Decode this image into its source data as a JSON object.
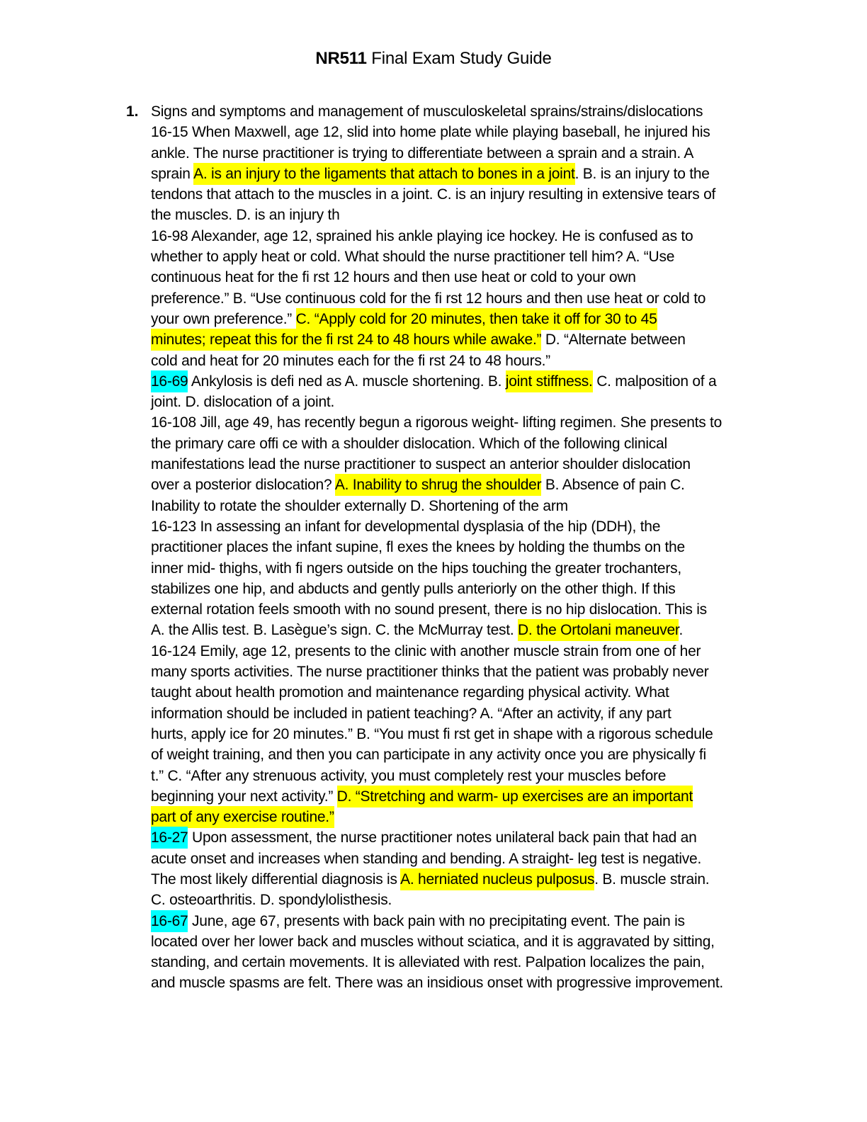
{
  "colors": {
    "page_background": "#ffffff",
    "text": "#000000",
    "highlight_yellow": "#ffff00",
    "highlight_cyan": "#00ffff"
  },
  "document": {
    "title": {
      "bold": "NR511",
      "regular": " Final Exam Study Guide"
    },
    "list_number": "1.",
    "lines": [
      [
        {
          "t": "Signs and symptoms and management of musculoskeletal sprains/strains/dislocations"
        }
      ],
      [
        {
          "t": "16-15 When Maxwell, age 12, slid into home plate while playing baseball, he injured his"
        }
      ],
      [
        {
          "t": "ankle. The nurse practitioner is trying to differentiate between a sprain and a strain. A"
        }
      ],
      [
        {
          "t": "sprain "
        },
        {
          "t": "A. is an injury to the ligaments that attach to bones in a joint",
          "h": "yellow"
        },
        {
          "t": ". B. is an injury to the"
        }
      ],
      [
        {
          "t": "tendons that attach to the muscles in a joint. C. is an injury resulting in extensive tears of"
        }
      ],
      [
        {
          "t": "the muscles. D. is an injury th"
        }
      ],
      [
        {
          "t": "16-98 Alexander, age 12, sprained his ankle playing ice hockey. He is confused as to"
        }
      ],
      [
        {
          "t": "whether to apply heat or cold. What should the nurse practitioner tell him? A. “Use"
        }
      ],
      [
        {
          "t": "continuous heat for the fi rst 12 hours and then use heat or cold to your own"
        }
      ],
      [
        {
          "t": "preference.” B. “Use continuous cold for the fi rst 12 hours and then use heat or cold to"
        }
      ],
      [
        {
          "t": "your own preference.” "
        },
        {
          "t": "C. “Apply cold for 20 minutes, then take it off for 30 to 45",
          "h": "yellow"
        }
      ],
      [
        {
          "t": "minutes; repeat this for the fi rst 24 to 48 hours while awake.”",
          "h": "yellow"
        },
        {
          "t": " D. “Alternate between"
        }
      ],
      [
        {
          "t": "cold and heat for 20 minutes each for the fi rst 24 to 48 hours.”"
        }
      ],
      [
        {
          "t": "16-69",
          "h": "cyan"
        },
        {
          "t": " Ankylosis is defi ned as A. muscle shortening. B. "
        },
        {
          "t": "joint stiffness.",
          "h": "yellow"
        },
        {
          "t": " C. malposition of a"
        }
      ],
      [
        {
          "t": "joint. D. dislocation of a joint."
        }
      ],
      [
        {
          "t": "16-108 Jill, age 49, has recently begun a rigorous weight- lifting regimen. She presents to"
        }
      ],
      [
        {
          "t": "the primary care offi ce with a shoulder dislocation. Which of the following clinical"
        }
      ],
      [
        {
          "t": "manifestations lead the nurse practitioner to suspect an anterior shoulder dislocation"
        }
      ],
      [
        {
          "t": "over a posterior dislocation? "
        },
        {
          "t": "A. Inability to shrug the shoulder",
          "h": "yellow"
        },
        {
          "t": " B. Absence of pain C."
        }
      ],
      [
        {
          "t": "Inability to rotate the shoulder externally D. Shortening of the arm"
        }
      ],
      [
        {
          "t": "16-123 In assessing an infant for developmental dysplasia of the hip (DDH), the"
        }
      ],
      [
        {
          "t": "practitioner places the infant supine, fl exes the knees by holding the thumbs on the"
        }
      ],
      [
        {
          "t": "inner mid- thighs, with fi ngers outside on the hips touching the greater trochanters,"
        }
      ],
      [
        {
          "t": "stabilizes one hip, and abducts and gently pulls anteriorly on the other thigh. If this"
        }
      ],
      [
        {
          "t": "external rotation feels smooth with no sound present, there is no hip dislocation. This is"
        }
      ],
      [
        {
          "t": "A. the Allis test. B. Lasègue’s sign. C. the McMurray test. "
        },
        {
          "t": "D. the Ortolani maneuver",
          "h": "yellow"
        },
        {
          "t": "."
        }
      ],
      [
        {
          "t": "16-124 Emily, age 12, presents to the clinic with another muscle strain from one of her"
        }
      ],
      [
        {
          "t": "many sports activities. The nurse practitioner thinks that the patient was probably never"
        }
      ],
      [
        {
          "t": "taught about health promotion and maintenance regarding physical activity. What"
        }
      ],
      [
        {
          "t": "information should be included in patient teaching? A. “After an activity, if any part"
        }
      ],
      [
        {
          "t": "hurts, apply ice for 20 minutes.” B. “You must fi rst get in shape with a rigorous schedule"
        }
      ],
      [
        {
          "t": "of weight training, and then you can participate in any activity once you are physically fi"
        }
      ],
      [
        {
          "t": "t.” C. “After any strenuous activity, you must completely rest your muscles before"
        }
      ],
      [
        {
          "t": "beginning your next activity.” "
        },
        {
          "t": "D. “Stretching and warm- up exercises are an important",
          "h": "yellow"
        }
      ],
      [
        {
          "t": "part of any exercise routine.”",
          "h": "yellow"
        }
      ],
      [
        {
          "t": "16-27",
          "h": "cyan"
        },
        {
          "t": " Upon assessment, the nurse practitioner notes unilateral back pain that had an"
        }
      ],
      [
        {
          "t": "acute onset and increases when standing and bending. A straight- leg test is negative."
        }
      ],
      [
        {
          "t": "The most likely differential diagnosis is "
        },
        {
          "t": "A. herniated nucleus pulposus",
          "h": "yellow"
        },
        {
          "t": ". B. muscle strain."
        }
      ],
      [
        {
          "t": "C. osteoarthritis. D. spondylolisthesis."
        }
      ],
      [
        {
          "t": "16-67",
          "h": "cyan"
        },
        {
          "t": " June, age 67, presents with back pain with no precipitating event. The pain is"
        }
      ],
      [
        {
          "t": "located over her lower back and muscles without sciatica, and it is aggravated by sitting,"
        }
      ],
      [
        {
          "t": "standing, and certain movements. It is alleviated with rest. Palpation localizes the pain,"
        }
      ],
      [
        {
          "t": "and muscle spasms are felt. There was an insidious onset with progressive improvement."
        }
      ]
    ]
  }
}
